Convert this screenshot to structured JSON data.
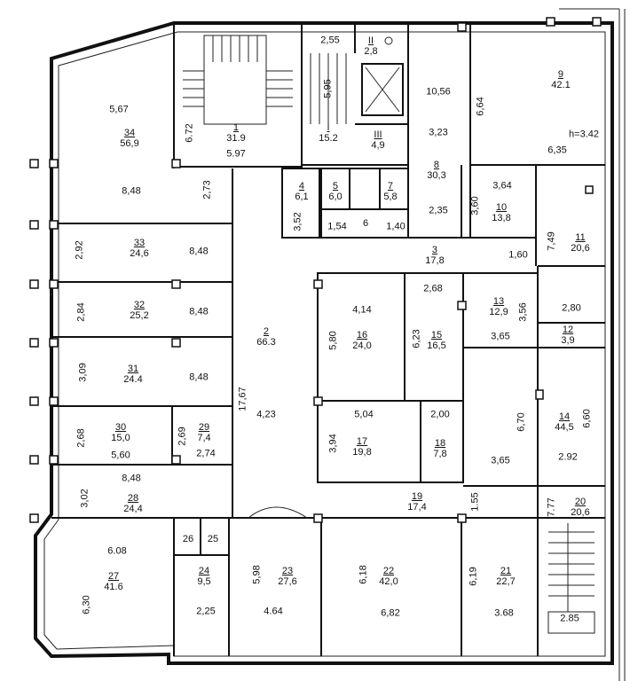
{
  "plan": {
    "ceiling_height": "h=3.42",
    "rooms": [
      {
        "id": "34",
        "area": "56,9"
      },
      {
        "id": "1",
        "area": "31.9"
      },
      {
        "id": "II",
        "area": "2,8"
      },
      {
        "id": "I",
        "area": "15.2"
      },
      {
        "id": "III",
        "area": "4,9"
      },
      {
        "id": "8",
        "area": "30,3"
      },
      {
        "id": "9",
        "area": "42.1"
      },
      {
        "id": "4",
        "area": "6,1"
      },
      {
        "id": "5",
        "area": "6,0"
      },
      {
        "id": "6",
        "area": ""
      },
      {
        "id": "7",
        "area": "5,8"
      },
      {
        "id": "10",
        "area": "13,8"
      },
      {
        "id": "11",
        "area": "20,6"
      },
      {
        "id": "33",
        "area": "24,6"
      },
      {
        "id": "3",
        "area": "17,8"
      },
      {
        "id": "32",
        "area": "25,2"
      },
      {
        "id": "2",
        "area": "66.3"
      },
      {
        "id": "16",
        "area": "24,0"
      },
      {
        "id": "15",
        "area": "16,5"
      },
      {
        "id": "13",
        "area": "12,9"
      },
      {
        "id": "12",
        "area": "3,9"
      },
      {
        "id": "31",
        "area": "24.4"
      },
      {
        "id": "14",
        "area": "44,5"
      },
      {
        "id": "30",
        "area": "15,0"
      },
      {
        "id": "29",
        "area": "7,4"
      },
      {
        "id": "17",
        "area": "19,8"
      },
      {
        "id": "18",
        "area": "7,8"
      },
      {
        "id": "28",
        "area": "24,4"
      },
      {
        "id": "19",
        "area": "17,4"
      },
      {
        "id": "20",
        "area": "20,6"
      },
      {
        "id": "27",
        "area": "41.6"
      },
      {
        "id": "26",
        "area": ""
      },
      {
        "id": "25",
        "area": ""
      },
      {
        "id": "24",
        "area": "9,5"
      },
      {
        "id": "23",
        "area": "27,6"
      },
      {
        "id": "22",
        "area": "42,0"
      },
      {
        "id": "21",
        "area": "22,7"
      }
    ],
    "dimensions": [
      "5,67",
      "8,48",
      "2,73",
      "6.72",
      "5.97",
      "2,55",
      "5,95",
      "10,56",
      "3,23",
      "6,64",
      "6,35",
      "3,64",
      "3,60",
      "2,35",
      "3,52",
      "1,54",
      "1,40",
      "7,49",
      "1,60",
      "2,92",
      "8,48",
      "2,68",
      "4,14",
      "5,80",
      "6,23",
      "3,56",
      "2,80",
      "3,65",
      "2,84",
      "8,48",
      "17,67",
      "4,23",
      "3,09",
      "8,48",
      "5,04",
      "2,00",
      "3,94",
      "6,70",
      "6,60",
      "2,68",
      "2,69",
      "5,60",
      "2,74",
      "2.92",
      "3,65",
      "8,48",
      "3,02",
      "1.55",
      "7.77",
      "6.08",
      "6,30",
      "5,98",
      "6,18",
      "6,19",
      "2,25",
      "4.64",
      "6,82",
      "3.68",
      "2.85"
    ]
  }
}
